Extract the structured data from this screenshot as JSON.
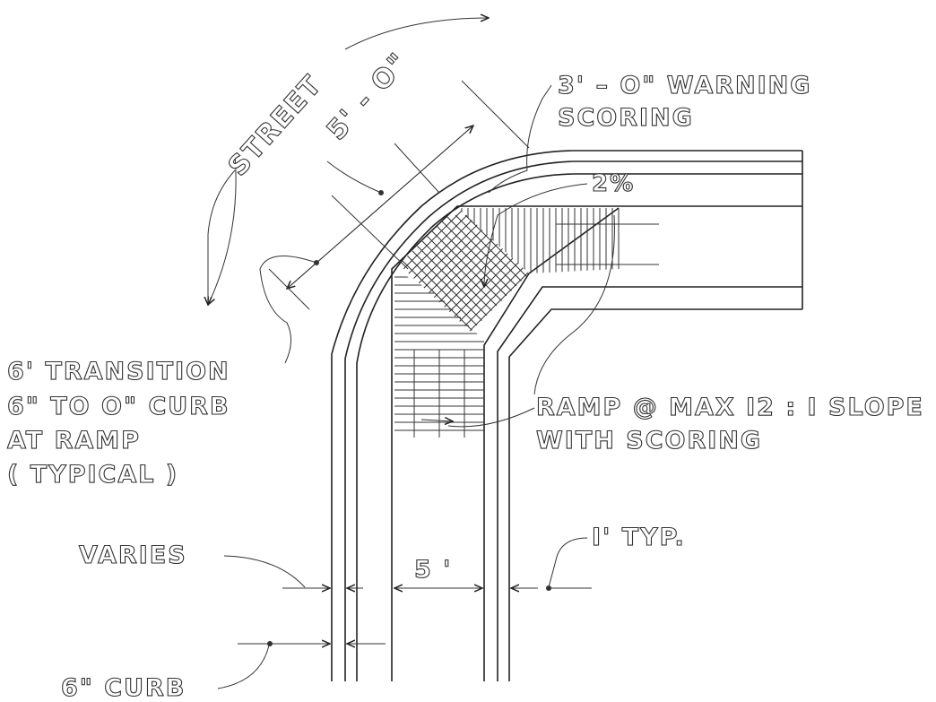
{
  "labels": {
    "street": "STREET",
    "dim_5_0": "5' - O\"",
    "warning_1": "3' – O\" WARNING",
    "warning_2": "SCORING",
    "slope_2": "2%",
    "transition_1": "6' TRANSITION",
    "transition_2": "6\" TO O\" CURB",
    "transition_3": "AT RAMP",
    "transition_4": "( TYPICAL )",
    "ramp_1": "RAMP @ MAX I2 : I SLOPE",
    "ramp_2": "WITH SCORING",
    "typ": "I' TYP.",
    "varies": "VARIES",
    "dim_5": "5 '",
    "curb": "6\" CURB"
  },
  "colors": {
    "ink": "#222222",
    "paper": "#ffffff"
  }
}
